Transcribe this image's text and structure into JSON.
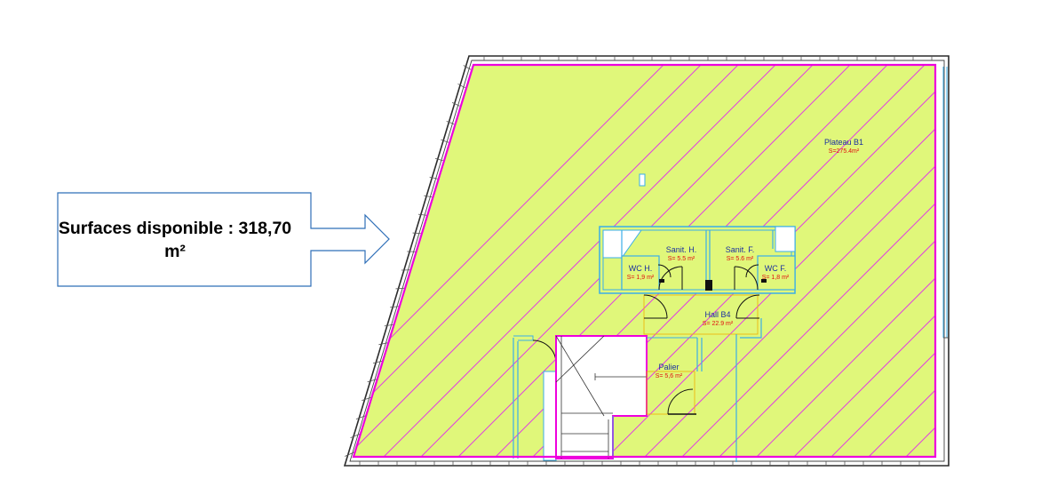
{
  "callout": {
    "line1": "Surfaces disponible : 318,70",
    "line2": "m²"
  },
  "colors": {
    "floor_fill": "#e0f77a",
    "hatch": "#e040e0",
    "boundary": "#ee00dd",
    "wall": "#2c2c2c",
    "room_wall": "#3aaee8",
    "callout_border": "#2f6fb8",
    "label_name": "#1a2fa0",
    "label_area": "#e01010"
  },
  "rooms": [
    {
      "name": "Plateau B1",
      "area": "S=275.4m²"
    },
    {
      "name": "Sanit. H.",
      "area": "S=  5.5  m²"
    },
    {
      "name": "Sanit. F.",
      "area": "S=  5.6  m²"
    },
    {
      "name": "WC H.",
      "area": "S=  1,9  m²"
    },
    {
      "name": "WC F.",
      "area": "S=  1,8  m²"
    },
    {
      "name": "Hall B4",
      "area": "S= 22.9  m²"
    },
    {
      "name": "Palier",
      "area": "S=  5,6  m²"
    }
  ]
}
